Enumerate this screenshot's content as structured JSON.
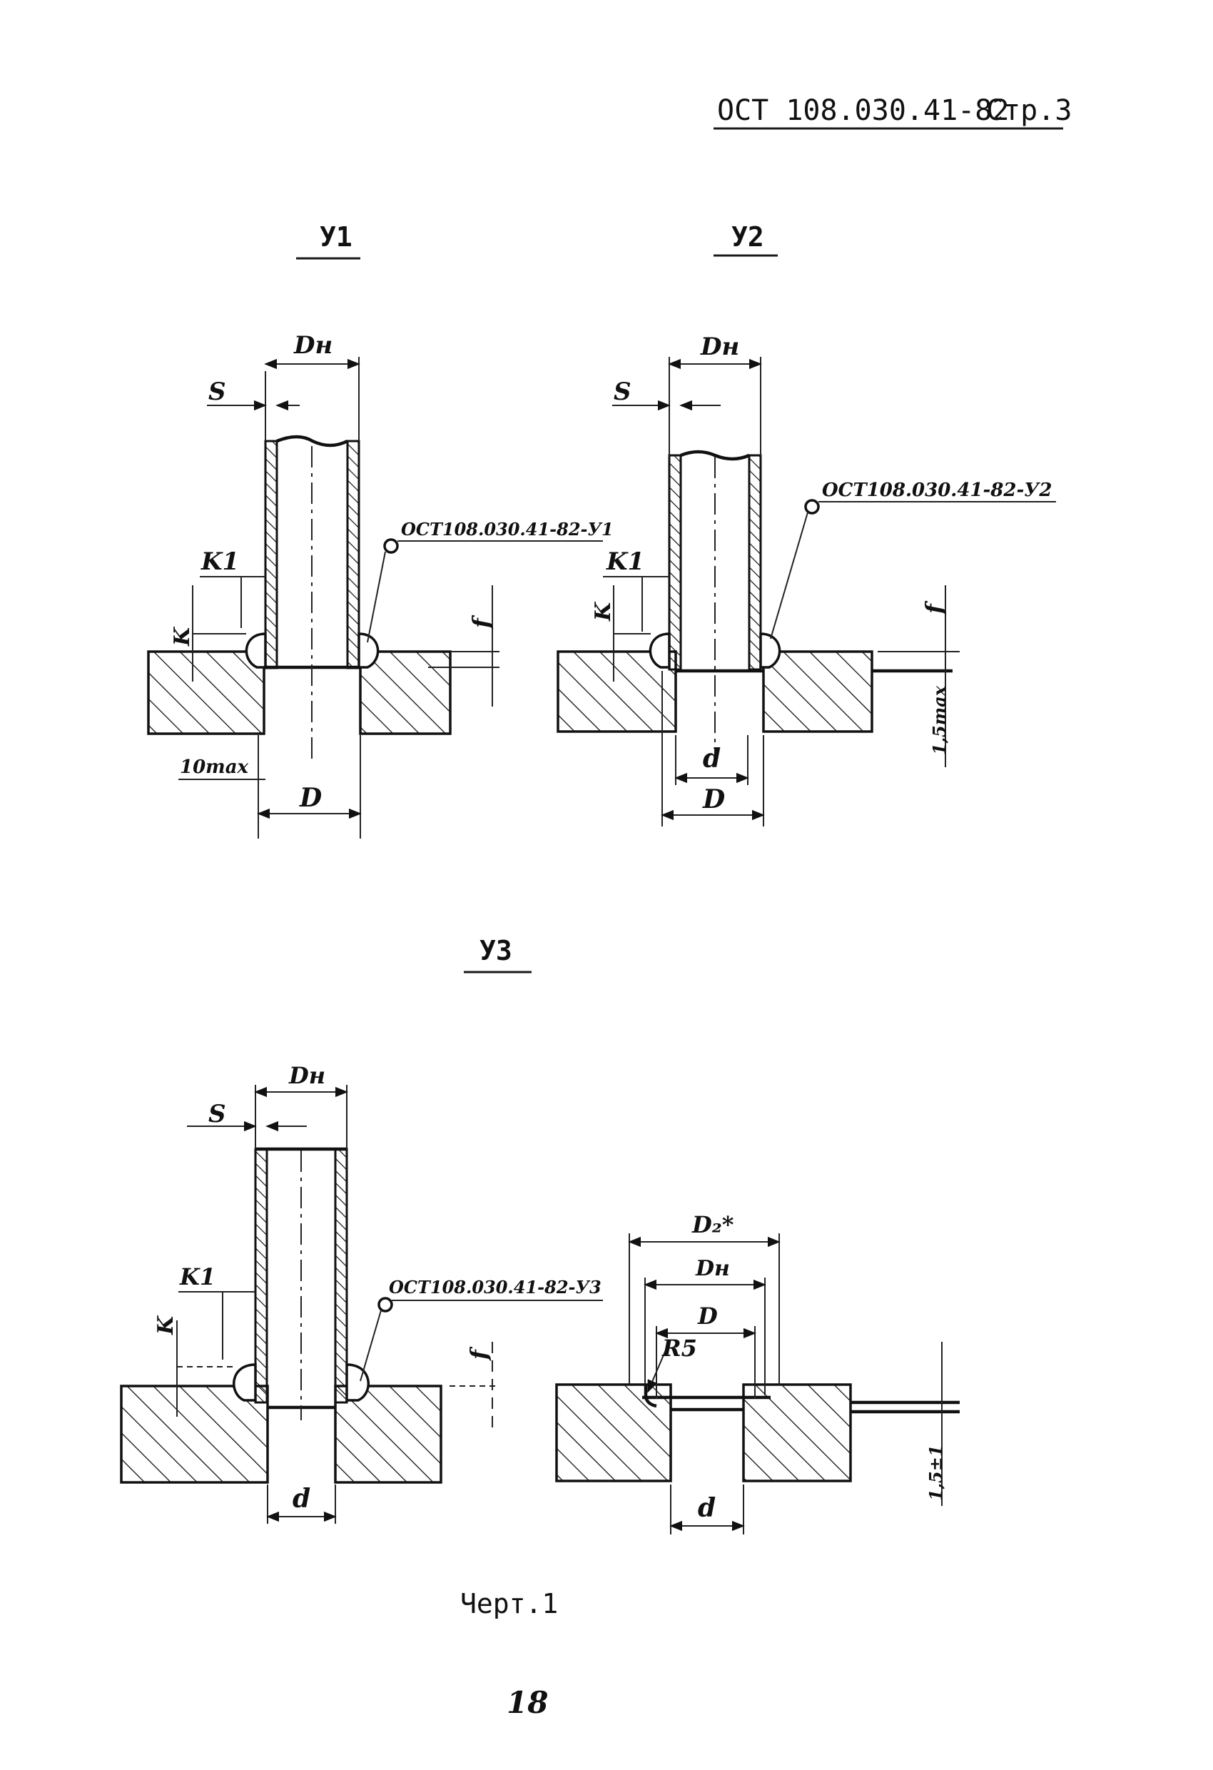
{
  "header": {
    "code": "ОСТ 108.030.41-82",
    "page": "Стр.3"
  },
  "views": {
    "v1": {
      "title": "У1",
      "dn": "Dн",
      "s": "S",
      "k1": "K1",
      "k": "K",
      "f": "f",
      "gap": "10max",
      "d_big": "D",
      "ref": "ОСТ108.030.41-82-У1"
    },
    "v2": {
      "title": "У2",
      "dn": "Dн",
      "s": "S",
      "k1": "K1",
      "k": "K",
      "f": "f",
      "tol": "1,5max",
      "d_small": "d",
      "d_big": "D",
      "ref": "ОСТ108.030.41-82-У2"
    },
    "v3": {
      "title": "У3",
      "dn": "Dн",
      "s": "S",
      "k1": "K1",
      "k": "K",
      "f": "f",
      "d_small": "d",
      "ref": "ОСТ108.030.41-82-У3"
    },
    "v3b": {
      "d2": "D₂*",
      "dn": "Dн",
      "d_big": "D",
      "r": "R5",
      "tol": "1,5±1",
      "d_small": "d"
    }
  },
  "caption": "Черт.1",
  "page_number": "18"
}
